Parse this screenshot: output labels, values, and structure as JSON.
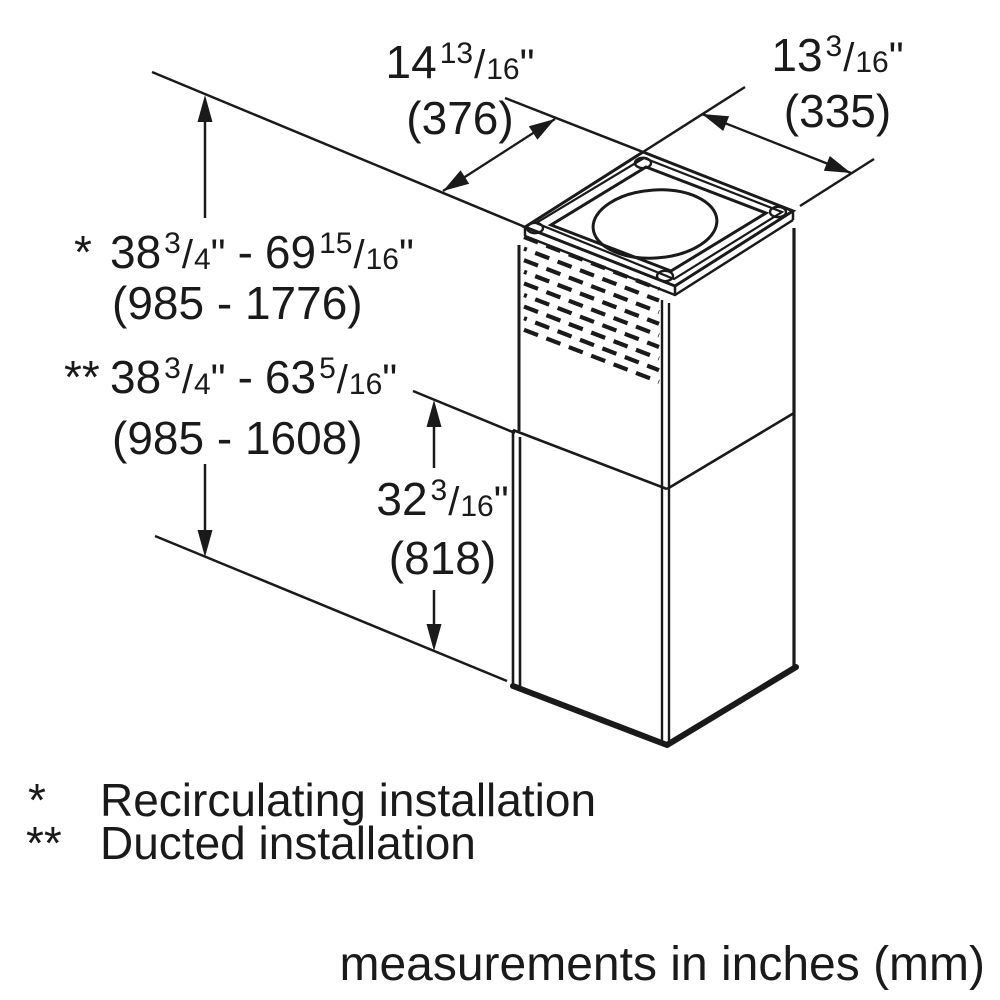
{
  "figure": {
    "type": "installation-dimension-diagram",
    "footer": "measurements in inches (mm)",
    "legend": [
      {
        "symbol": "*",
        "label": "Recirculating installation"
      },
      {
        "symbol": "**",
        "label": "Ducted installation"
      }
    ],
    "dims": {
      "top_width": {
        "whole": "14",
        "num": "13",
        "slash": "/",
        "den": "16",
        "unit": "\"",
        "mm": "(376)"
      },
      "top_depth": {
        "whole": "13",
        "num": "3",
        "slash": "/",
        "den": "16",
        "unit": "\"",
        "mm": "(335)"
      },
      "height_recirc": {
        "prefix": "*",
        "min_whole": "38",
        "min_num": "3",
        "min_slash": "/",
        "min_den": "4",
        "min_unit": "\"",
        "sep": "-",
        "max_whole": "69",
        "max_num": "15",
        "max_slash": "/",
        "max_den": "16",
        "max_unit": "\"",
        "mm": "(985 - 1776)"
      },
      "height_ducted": {
        "prefix": "**",
        "min_whole": "38",
        "min_num": "3",
        "min_slash": "/",
        "min_den": "4",
        "min_unit": "\"",
        "sep": "-",
        "max_whole": "63",
        "max_num": "5",
        "max_slash": "/",
        "max_den": "16",
        "max_unit": "\"",
        "mm": "(985 - 1608)"
      },
      "lower_section": {
        "whole": "32",
        "num": "3",
        "slash": "/",
        "den": "16",
        "unit": "\"",
        "mm": "(818)"
      }
    },
    "colors": {
      "ink": "#1a1a1a",
      "background": "#ffffff"
    }
  }
}
